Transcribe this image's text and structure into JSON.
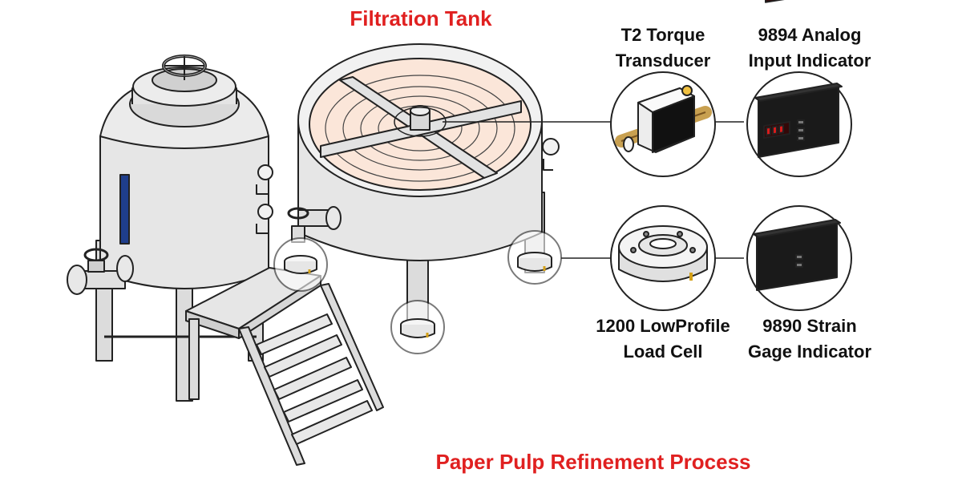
{
  "title": "Filtration Tank",
  "footer": "Paper Pulp Refinement Process",
  "components": {
    "torque_transducer": {
      "line1": "T2 Torque",
      "line2": "Transducer"
    },
    "analog_indicator": {
      "line1": "9894 Analog",
      "line2": "Input Indicator"
    },
    "load_cell": {
      "line1": "1200 LowProfile",
      "line2": "Load Cell"
    },
    "strain_indicator": {
      "line1": "9890 Strain",
      "line2": "Gage Indicator"
    }
  },
  "colors": {
    "title_red": "#e02020",
    "tank_fill": "#e6e6e6",
    "pulp_fill": "#fbe6d9",
    "sight_glass": "#1f3e8c",
    "display_digits": "#d81c1c"
  }
}
